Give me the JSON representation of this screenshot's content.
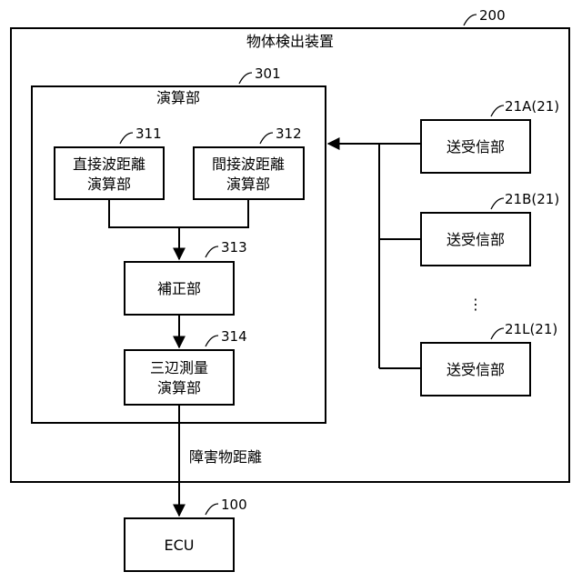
{
  "device": {
    "title": "物体検出装置",
    "ref": "200"
  },
  "calc": {
    "title": "演算部",
    "ref": "301"
  },
  "direct": {
    "line1": "直接波距離",
    "line2": "演算部",
    "ref": "311"
  },
  "indirect": {
    "line1": "間接波距離",
    "line2": "演算部",
    "ref": "312"
  },
  "correction": {
    "label": "補正部",
    "ref": "313"
  },
  "trilateration": {
    "line1": "三辺測量",
    "line2": "演算部",
    "ref": "314"
  },
  "transceivers": [
    {
      "label": "送受信部",
      "ref": "21A(21)"
    },
    {
      "label": "送受信部",
      "ref": "21B(21)"
    },
    {
      "label": "送受信部",
      "ref": "21L(21)"
    }
  ],
  "ellipsis": "⋮",
  "output_label": "障害物距離",
  "ecu": {
    "label": "ECU",
    "ref": "100"
  }
}
